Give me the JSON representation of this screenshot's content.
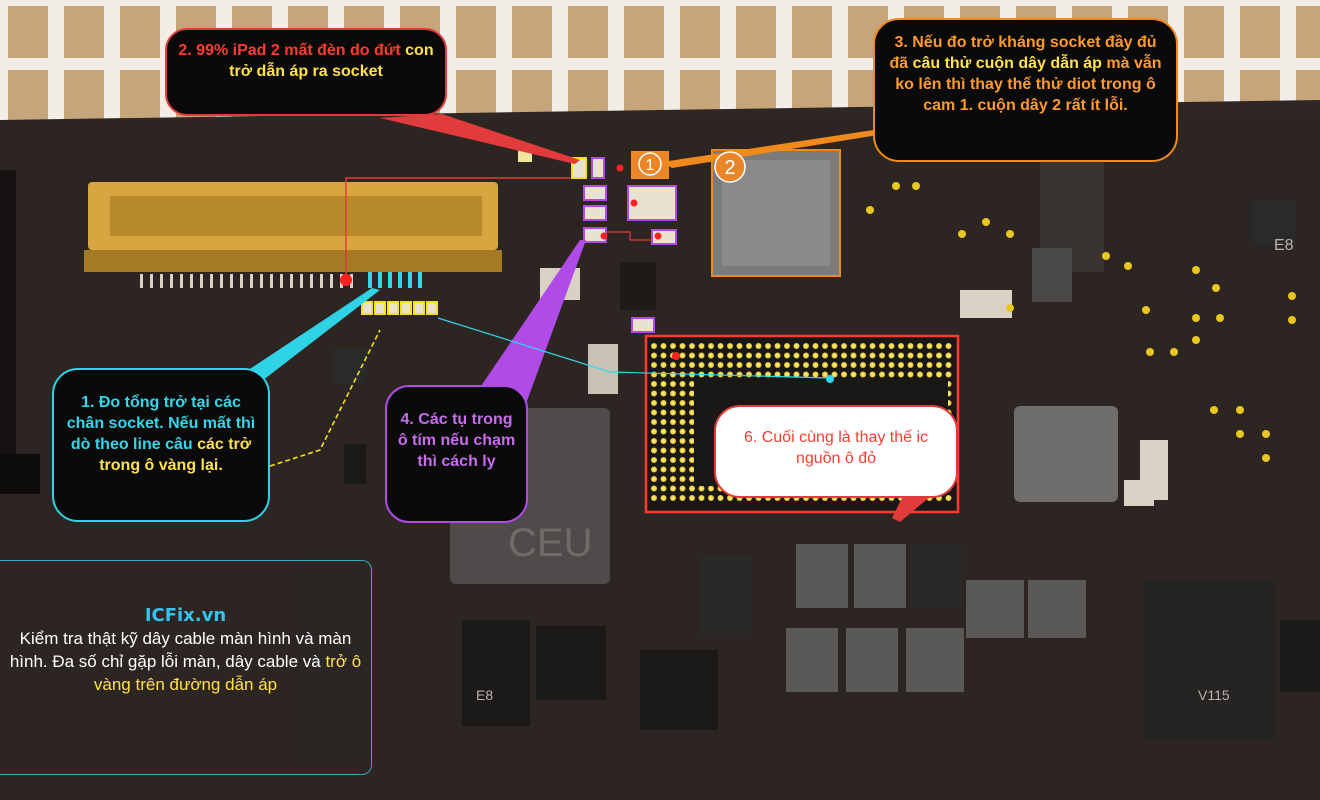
{
  "callouts": {
    "c2": {
      "p1": "2. 99% iPad 2 mất đèn do",
      "p2": "đứt",
      "p3": " con trở dẫn áp ra socket"
    },
    "c3": {
      "p1": "3. Nếu đo trở kháng socket đầy đủ đã ",
      "p2": "câu thử cuộn dây dẫn áp",
      "p3": " mà vẫn ko lên thì thay thế thử diot trong ô cam 1. cuộn dây 2 rất ít lỗi."
    },
    "c1": {
      "p1": "1. Đo tổng trở tại các chân socket. Nếu mất thì dò theo line câu ",
      "p2": "các trở trong ô vàng lại."
    },
    "c4": {
      "p1": "4. Các tụ trong ô tím ",
      "p2": "nếu chạm thì cách ly"
    },
    "c6": {
      "p1": "6. Cuối cùng là thay thế ic nguồn ô đỏ"
    }
  },
  "info": {
    "brand": "ICFix.vn",
    "p1": "Kiểm tra thật kỹ dây cable màn hình và màn hình. Đa số chỉ gặp lỗi màn, dây cable và ",
    "p2": "trở ô vàng trên đường dẫn áp"
  },
  "markers": {
    "m1": "1",
    "m2": "2"
  },
  "board_labels": {
    "chip_e8_a": "E8",
    "chip_e8_b": "E8",
    "chip_ceu": "CEU",
    "ic_code": "V115"
  },
  "colors": {
    "red": "#ff3b30",
    "yellow": "#ffe14a",
    "orange": "#ff9a2e",
    "cyan": "#33d6ea",
    "purple": "#c86cf0"
  }
}
